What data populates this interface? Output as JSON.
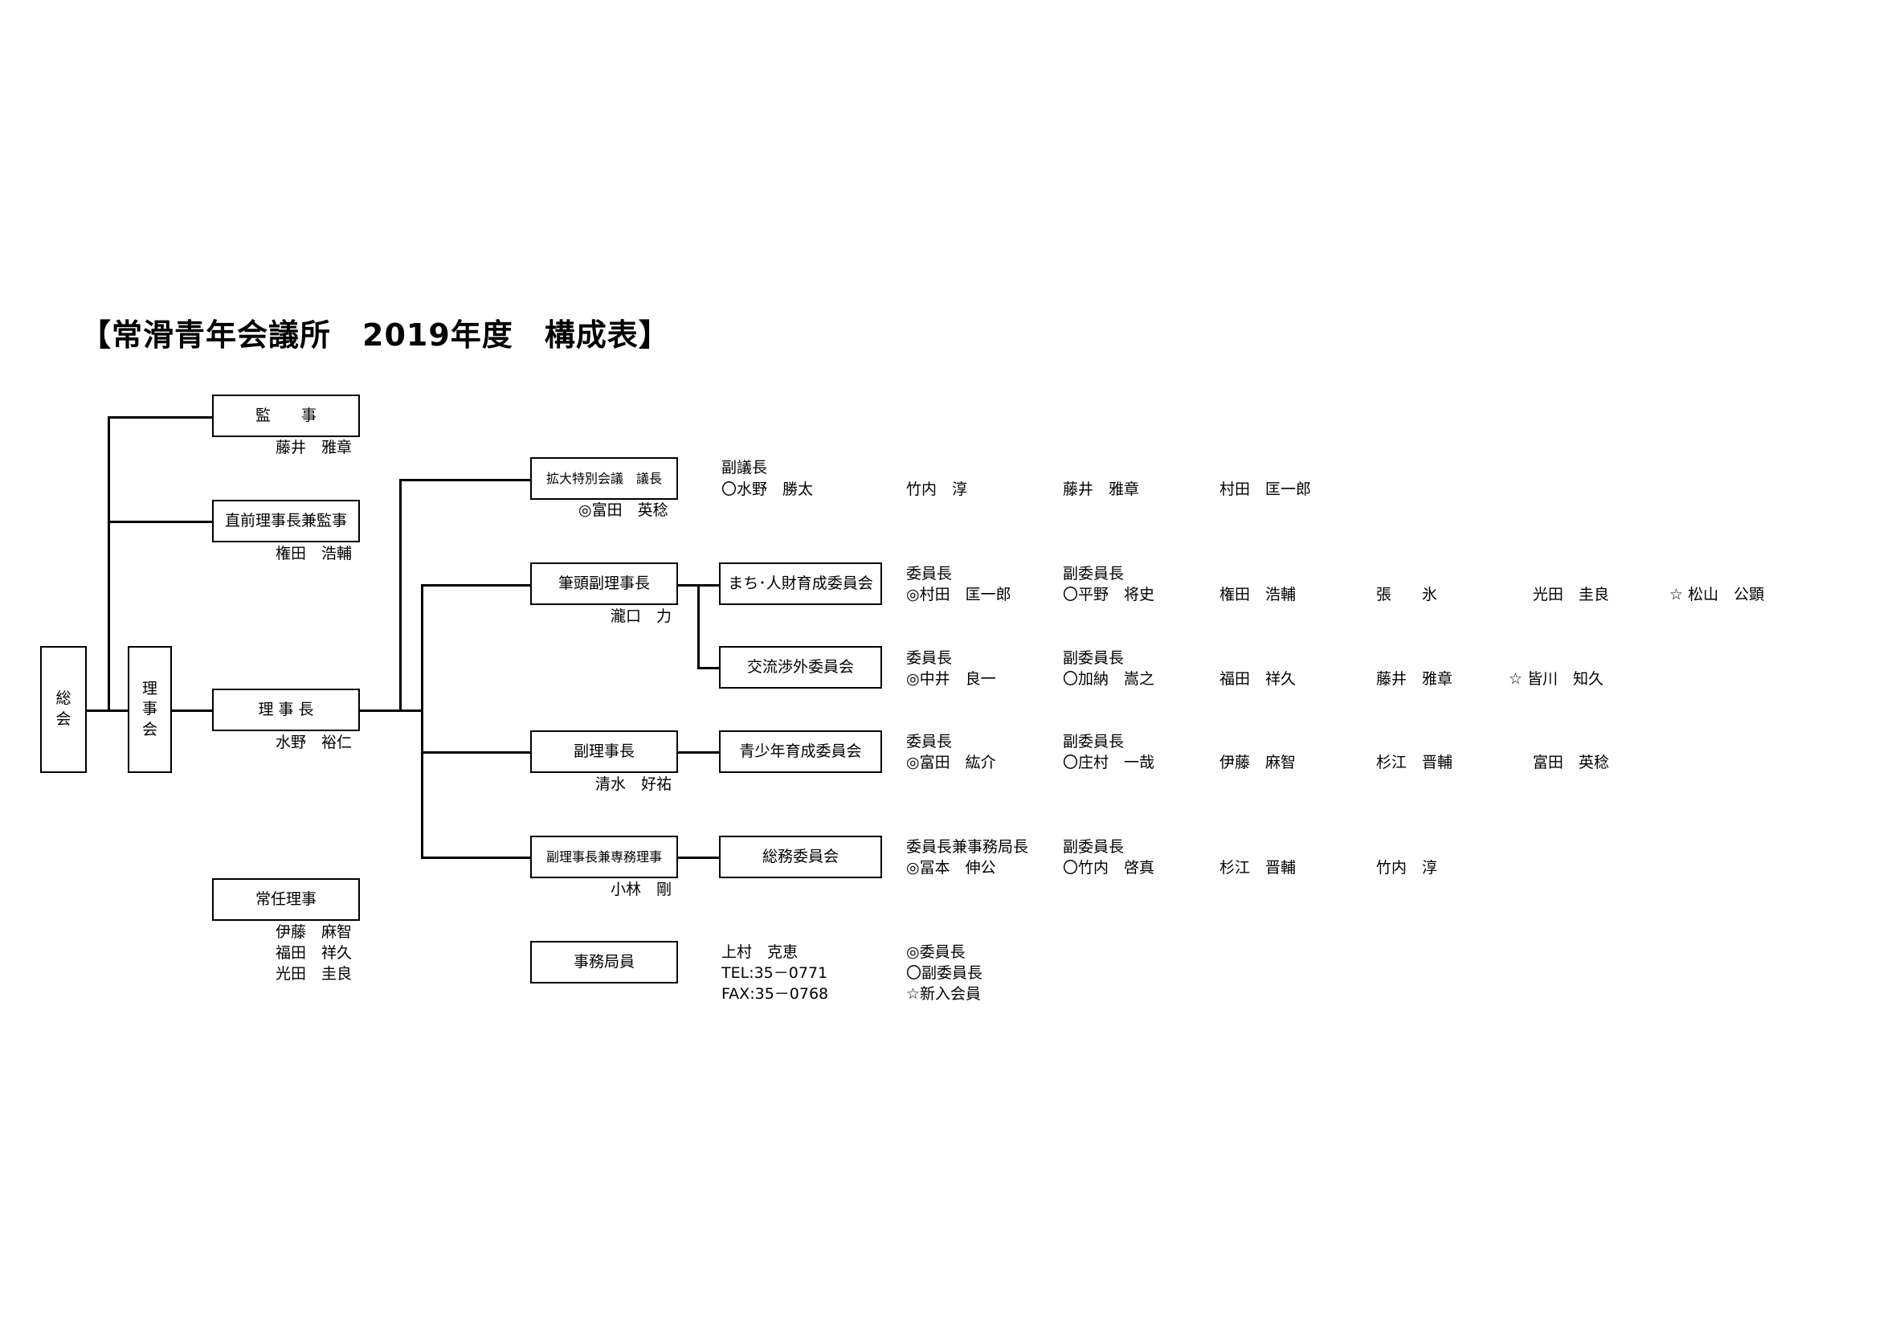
{
  "title": "【常滑青年会議所　2019年度　構成表】",
  "boxes": {
    "soukai": [
      "総",
      "会"
    ],
    "rijikai": [
      "理",
      "事",
      "会"
    ],
    "kanji": "監　　事",
    "chokuzen": "直前理事長兼監事",
    "rijicho": "理 事 長",
    "jonin": "常任理事",
    "kakudai": "拡大特別会議　議長",
    "hitto": "筆頭副理事長",
    "fuku": "副理事長",
    "fuku_senmu": "副理事長兼専務理事",
    "jimukyoku": "事務局員",
    "machi": "まち･人財育成委員会",
    "koryu": "交流渉外委員会",
    "seishonen": "青少年育成委員会",
    "somu": "総務委員会"
  },
  "names": {
    "kanji": "藤井　雅章",
    "chokuzen": "権田　浩輔",
    "rijicho": "水野　裕仁",
    "jonin": [
      "伊藤　麻智",
      "福田　祥久",
      "光田　圭良"
    ],
    "kakudai": "◎富田　英稔",
    "hitto": "瀧口　力",
    "fuku": "清水　好祐",
    "fuku_senmu": "小林　剛"
  },
  "kakudai_members": {
    "role_label": "副議長",
    "members": [
      "〇水野　勝太",
      "竹内　淳",
      "藤井　雅章",
      "村田　匡一郎"
    ]
  },
  "committees": {
    "machi": {
      "chair_label": "委員長",
      "chair": "◎村田　匡一郎",
      "vice_label": "副委員長",
      "vice": "〇平野　将史",
      "members": [
        "権田　浩輔",
        "張　　氷",
        "光田　圭良",
        "☆ 松山　公顕"
      ]
    },
    "koryu": {
      "chair_label": "委員長",
      "chair": "◎中井　良一",
      "vice_label": "副委員長",
      "vice": "〇加納　嵩之",
      "members": [
        "福田　祥久",
        "藤井　雅章",
        "☆ 皆川　知久"
      ]
    },
    "seishonen": {
      "chair_label": "委員長",
      "chair": "◎富田　紘介",
      "vice_label": "副委員長",
      "vice": "〇庄村　一哉",
      "members": [
        "伊藤　麻智",
        "杉江　晋輔",
        "富田　英稔"
      ]
    },
    "somu": {
      "chair_label": "委員長兼事務局長",
      "chair": "◎冨本　伸公",
      "vice_label": "副委員長",
      "vice": "〇竹内　啓真",
      "members": [
        "杉江　晋輔",
        "竹内　淳"
      ]
    }
  },
  "office": {
    "name": "上村　克恵",
    "tel": "TEL:35－0771",
    "fax": "FAX:35－0768"
  },
  "legend": [
    "◎委員長",
    "〇副委員長",
    "☆新入会員"
  ]
}
